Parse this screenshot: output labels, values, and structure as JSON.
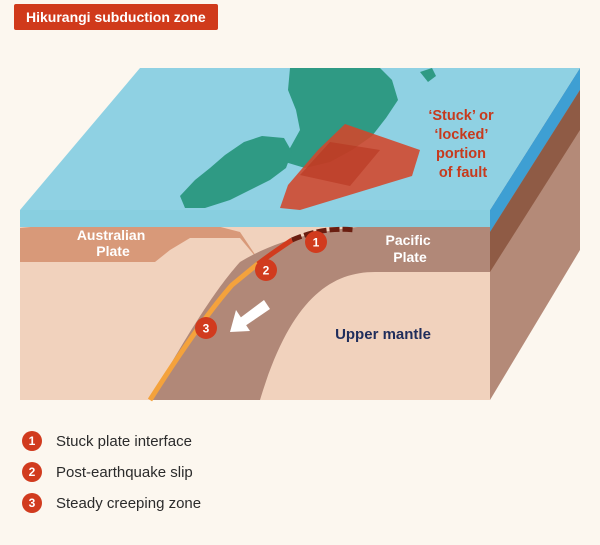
{
  "title": "Hikurangi subduction zone",
  "labels": {
    "australian_plate": [
      "Australian",
      "Plate"
    ],
    "pacific_plate": [
      "Pacific",
      "Plate"
    ],
    "upper_mantle": "Upper mantle",
    "stuck_fault": [
      "‘Stuck’ or",
      "‘locked’",
      "portion",
      "of fault"
    ]
  },
  "markers": [
    "1",
    "2",
    "3"
  ],
  "legend": [
    {
      "num": "1",
      "text": "Stuck plate interface"
    },
    {
      "num": "2",
      "text": "Post-earthquake slip"
    },
    {
      "num": "3",
      "text": "Steady creeping zone"
    }
  ],
  "colors": {
    "title_bg": "#d03a1b",
    "marker": "#d13b1e",
    "sea": "#88cfe0",
    "land": "#2f9a84",
    "crust": "#d59a7c",
    "mantle": "#f1d2bd",
    "slab": "#b18878",
    "locked_zone": "#d4452a",
    "pacific_label": "#ffffff",
    "mantle_label": "#1f2d5c"
  }
}
